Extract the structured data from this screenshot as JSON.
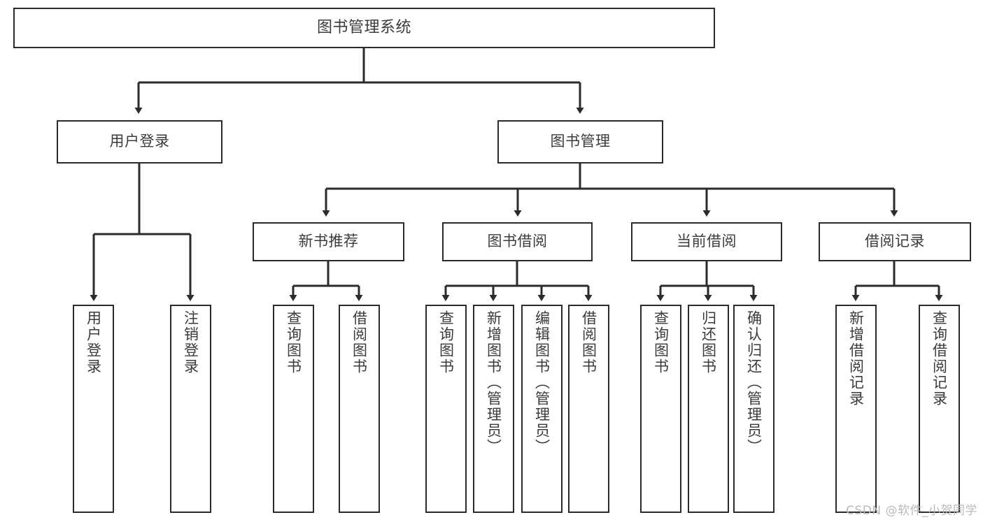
{
  "diagram": {
    "title": "图书管理系统",
    "type": "tree",
    "watermark": "CSDN @软件_小贺同学",
    "colors": {
      "box_border": "#2b2b2b",
      "box_fill": "#ffffff",
      "text": "#3b3b3b",
      "connector": "#2b2b2b",
      "watermark": "#b9b9b9",
      "background": "#ffffff"
    },
    "nodes": {
      "root": {
        "label": "图书管理系统"
      },
      "level1": [
        {
          "id": "user-login",
          "label": "用户登录"
        },
        {
          "id": "book-management",
          "label": "图书管理"
        }
      ],
      "level2": [
        {
          "id": "new-book-recommend",
          "label": "新书推荐"
        },
        {
          "id": "book-borrow",
          "label": "图书借阅"
        },
        {
          "id": "current-borrow",
          "label": "当前借阅"
        },
        {
          "id": "borrow-record",
          "label": "借阅记录"
        }
      ],
      "leaves": {
        "user_login": [
          {
            "id": "leaf-user-login",
            "label": "用户登录"
          },
          {
            "id": "leaf-logout",
            "label": "注销登录"
          }
        ],
        "new_book_recommend": [
          {
            "id": "leaf-query-book-1",
            "label": "查询图书"
          },
          {
            "id": "leaf-borrow-book-1",
            "label": "借阅图书"
          }
        ],
        "book_borrow": [
          {
            "id": "leaf-query-book-2",
            "label": "查询图书"
          },
          {
            "id": "leaf-add-book",
            "label": "新增图书（管理员）"
          },
          {
            "id": "leaf-edit-book",
            "label": "编辑图书（管理员）"
          },
          {
            "id": "leaf-borrow-book-2",
            "label": "借阅图书"
          }
        ],
        "current_borrow": [
          {
            "id": "leaf-query-book-3",
            "label": "查询图书"
          },
          {
            "id": "leaf-return-book",
            "label": "归还图书"
          },
          {
            "id": "leaf-confirm-return",
            "label": "确认归还（管理员）"
          }
        ],
        "borrow_record": [
          {
            "id": "leaf-add-record",
            "label": "新增借阅记录"
          },
          {
            "id": "leaf-query-record",
            "label": "查询借阅记录"
          }
        ]
      }
    }
  }
}
